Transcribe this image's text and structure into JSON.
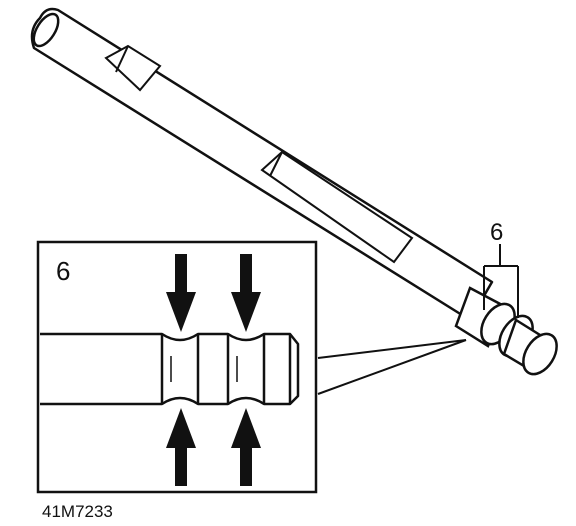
{
  "callout_top": "6",
  "callout_inset": "6",
  "figure_code": "41M7233",
  "colors": {
    "ink": "#111111",
    "paper": "#ffffff"
  }
}
